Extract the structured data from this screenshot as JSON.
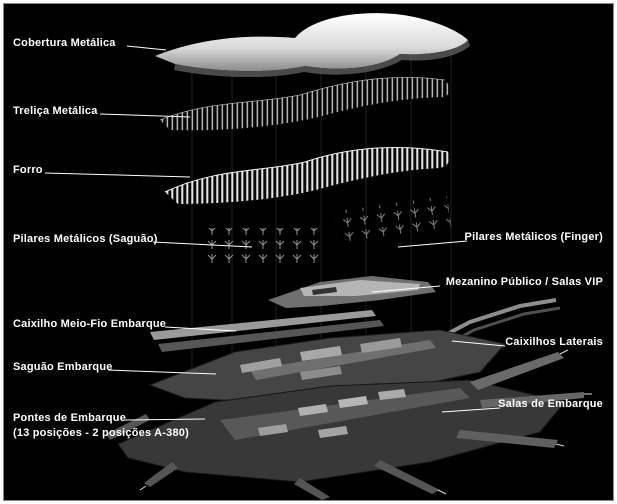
{
  "figure": {
    "type": "exploded-axonometric-diagram",
    "subject": "Airport terminal construction layers (exploded view)",
    "background_color": "#000000",
    "label_color": "#ffffff"
  },
  "labels": {
    "cobertura": "Cobertura Metálica",
    "trelica": "Treliça Metálica",
    "forro": "Forro",
    "pilares_saguao": "Pilares Metálicos (Saguão)",
    "caixilho_meio_fio": "Caixilho Meio-Fio Embarque",
    "saguao_embarque": "Saguão Embarque",
    "pontes_line1": "Pontes de Embarque",
    "pontes_line2": "(13 posições - 2 posições A-380)",
    "pilares_finger": "Pilares Metálicos (Finger)",
    "mezanino": "Mezanino Público / Salas VIP",
    "caixilhos_laterais": "Caixilhos Laterais",
    "salas_embarque": "Salas de Embarque"
  },
  "layers_top_to_bottom": [
    "Cobertura Metálica",
    "Treliça Metálica",
    "Forro",
    "Pilares Metálicos (Saguão) / Pilares Metálicos (Finger)",
    "Mezanino Público / Salas VIP",
    "Caixilho Meio-Fio Embarque / Caixilhos Laterais",
    "Saguão Embarque / Salas de Embarque",
    "Pontes de Embarque (13 posições - 2 posições A-380)"
  ]
}
